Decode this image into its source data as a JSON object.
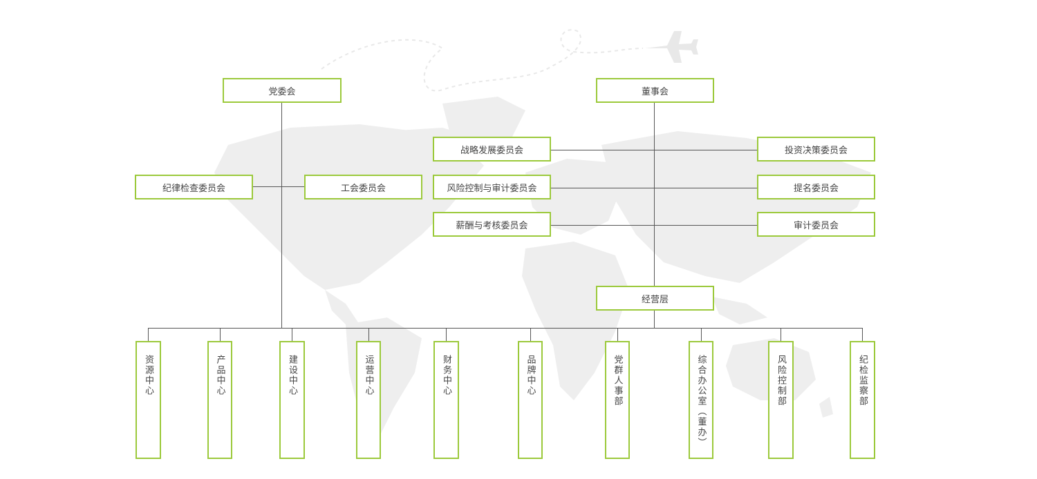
{
  "colors": {
    "box_border": "#9bc93a",
    "line": "#555555",
    "map": "#eeeeee",
    "text": "#444444"
  },
  "background": {
    "map_icon": "world-map-icon",
    "plane_icon": "airplane-icon"
  },
  "diagram": {
    "party_committee": "党委会",
    "board": "董事会",
    "discipline_committee": "纪律检查委员会",
    "union_committee": "工会委员会",
    "board_committees_left": [
      "战略发展委员会",
      "风险控制与审计委员会",
      "薪酬与考核委员会"
    ],
    "board_committees_right": [
      "投资决策委员会",
      "提名委员会",
      "审计委员会"
    ],
    "management": "经营层",
    "departments": [
      "资源中心",
      "产品中心",
      "建设中心",
      "运营中心",
      "财务中心",
      "品牌中心",
      "党群人事部",
      "综合办公室（董办）",
      "风险控制部",
      "纪检监察部"
    ]
  }
}
